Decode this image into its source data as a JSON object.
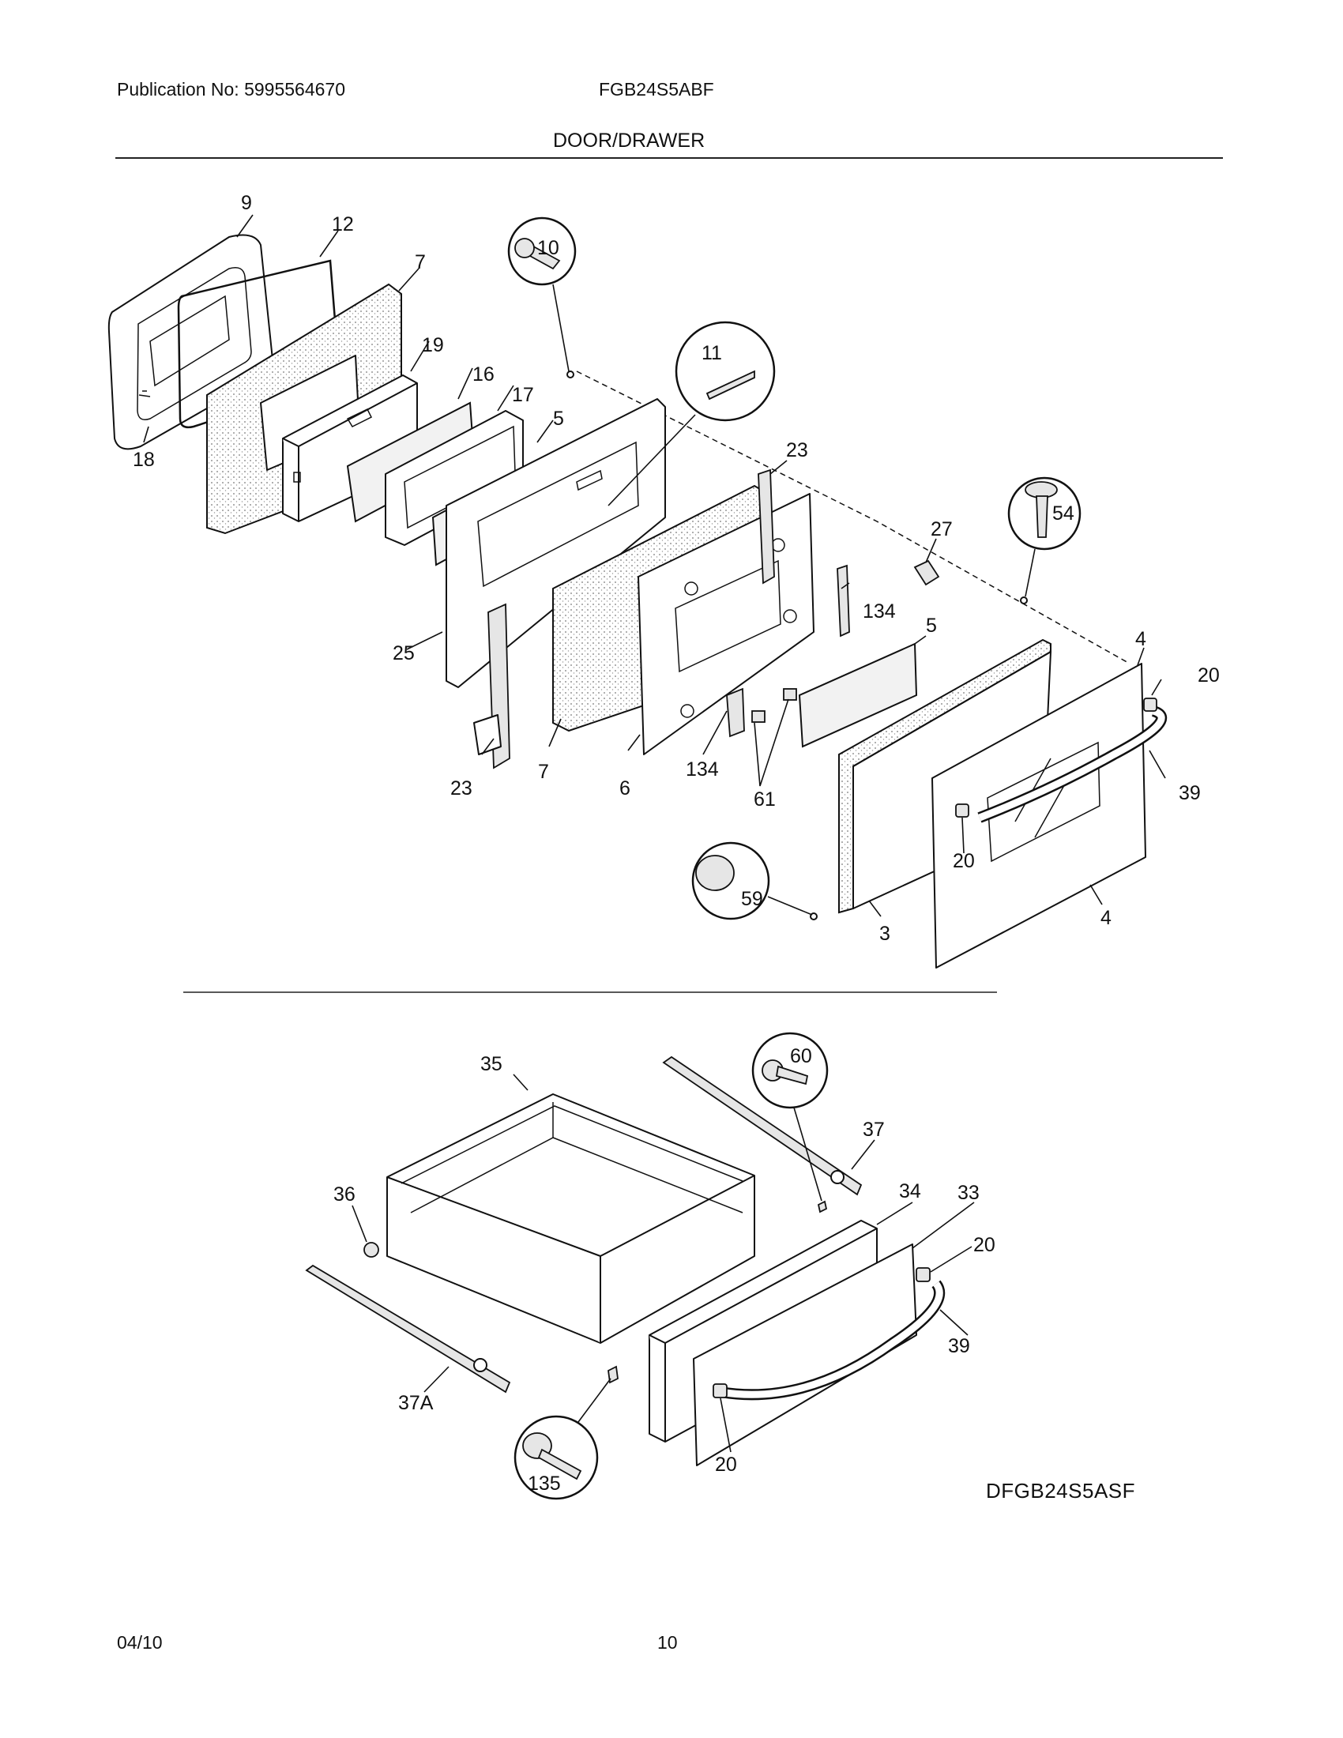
{
  "header": {
    "publication": "Publication No: 5995564670",
    "model": "FGB24S5ABF",
    "section": "DOOR/DRAWER"
  },
  "footer": {
    "date": "04/10",
    "page": "10"
  },
  "diagram": {
    "code": "DFGB24S5ASF",
    "callouts": {
      "c9": "9",
      "c12": "12",
      "c7a": "7",
      "c19": "19",
      "c16": "16",
      "c17": "17",
      "c5a": "5",
      "c18": "18",
      "c10": "10",
      "c11": "11",
      "c23a": "23",
      "c27": "27",
      "c54": "54",
      "c134a": "134",
      "c5b": "5",
      "c4a": "4",
      "c20a": "20",
      "c25": "25",
      "c23b": "23",
      "c7b": "7",
      "c6": "6",
      "c134b": "134",
      "c61": "61",
      "c39a": "39",
      "c20b": "20",
      "c4b": "4",
      "c59": "59",
      "c3": "3",
      "c35": "35",
      "c60": "60",
      "c37": "37",
      "c36": "36",
      "c34": "34",
      "c33": "33",
      "c20c": "20",
      "c39b": "39",
      "c37a": "37A",
      "c135": "135",
      "c20d": "20"
    }
  }
}
